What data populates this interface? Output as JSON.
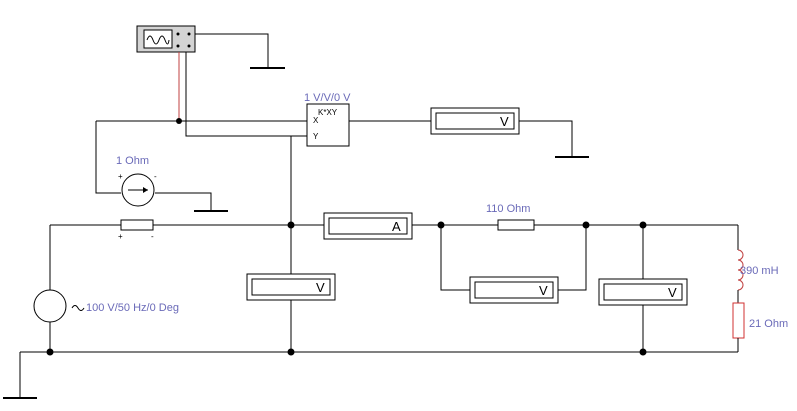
{
  "labels": {
    "multiplier_gain": "1 V/V/0 V",
    "multiplier_symbol": "K*XY",
    "multiplier_x": "X",
    "multiplier_y": "Y",
    "current_sensor": "1  Ohm",
    "source": "100 V/50 Hz/0 Deg",
    "resistor_110": "110  Ohm",
    "inductor": "390 mH",
    "resistor_21": "21  Ohm",
    "plus": "+",
    "minus": "-"
  },
  "meters": {
    "voltmeter_unit": "V",
    "ammeter_unit": "A"
  },
  "colors": {
    "wire": "#000000",
    "label": "#6a6ab8",
    "scope_probe": "#c04040",
    "resistor_21": "#d03030",
    "inductor": "#c04040"
  }
}
